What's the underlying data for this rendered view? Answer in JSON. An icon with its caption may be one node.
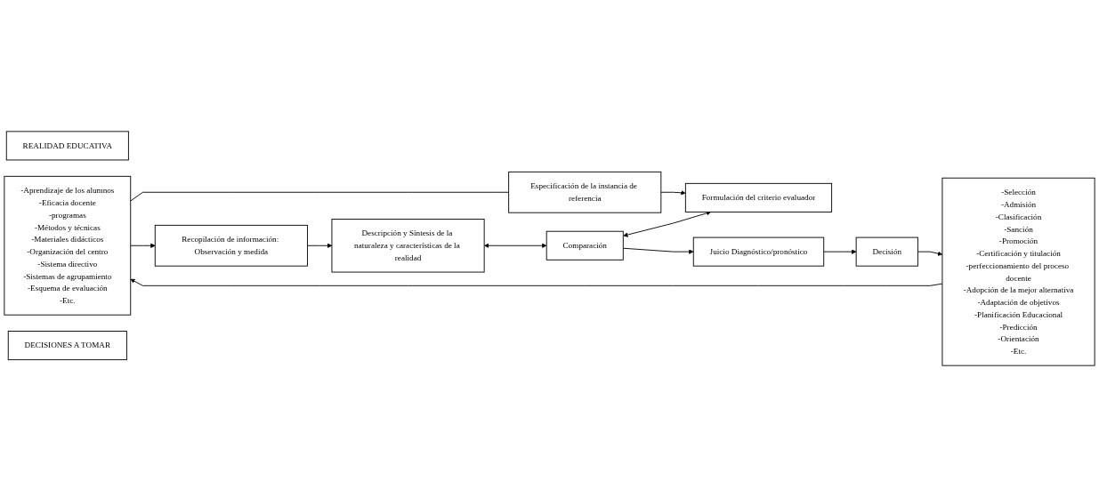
{
  "diagram": {
    "nodes": [
      {
        "text": [
          "REALIDAD EDUCATIVA"
        ]
      },
      {
        "text": [
          "-Aprendizaje de los alumnos",
          "-Eficacia docente",
          "-programas",
          "-Métodos y técnicas",
          "-Materiales didácticos",
          "-Organización del centro",
          "-Sistema directivo",
          "-Sistemas de agrupamiento",
          "-Esquema de evaluación",
          "-Etc."
        ]
      },
      {
        "text": [
          "Recopilación de información: Observación y medida"
        ]
      },
      {
        "text": [
          "Especificación de la instancia de referencia"
        ]
      },
      {
        "text": [
          "-Selección",
          "-Admisión",
          "-Clasificación",
          "-Sanción",
          "-Promoción",
          "-Certificación y titulación",
          "-perfeccionamiento del proceso docente",
          "-Adopción de la mejor alternativa",
          "-Adaptación de objetivos",
          "-Planificación Educacional",
          "-Predicción",
          "-Orientación",
          "-Etc."
        ]
      },
      {
        "text": [
          "DECISIONES A TOMAR"
        ]
      },
      {
        "text": [
          "Descripción y Síntesis de la naturaleza y características de la realidad"
        ]
      },
      {
        "text": [
          "Comparación"
        ]
      },
      {
        "text": [
          "Formulación del criterio evaluador"
        ]
      },
      {
        "text": [
          "Juicio Diagnóstico/pronóstico"
        ]
      },
      {
        "text": [
          "Decisión"
        ]
      }
    ],
    "edges": [
      {
        "from": 4,
        "to": 1,
        "arrow": "to"
      },
      {
        "from": 1,
        "to": 3,
        "arrow": "none"
      },
      {
        "from": 1,
        "to": 2,
        "arrow": "to"
      },
      {
        "from": 2,
        "to": 6,
        "arrow": "to"
      },
      {
        "from": 3,
        "to": 8,
        "arrow": "to"
      },
      {
        "from": 6,
        "to": 7,
        "arrow": "both"
      },
      {
        "from": 7,
        "to": 8,
        "arrow": "both"
      },
      {
        "from": 7,
        "to": 9,
        "arrow": "to"
      },
      {
        "from": 9,
        "to": 10,
        "arrow": "to"
      },
      {
        "from": 10,
        "to": 4,
        "arrow": "to"
      }
    ]
  }
}
